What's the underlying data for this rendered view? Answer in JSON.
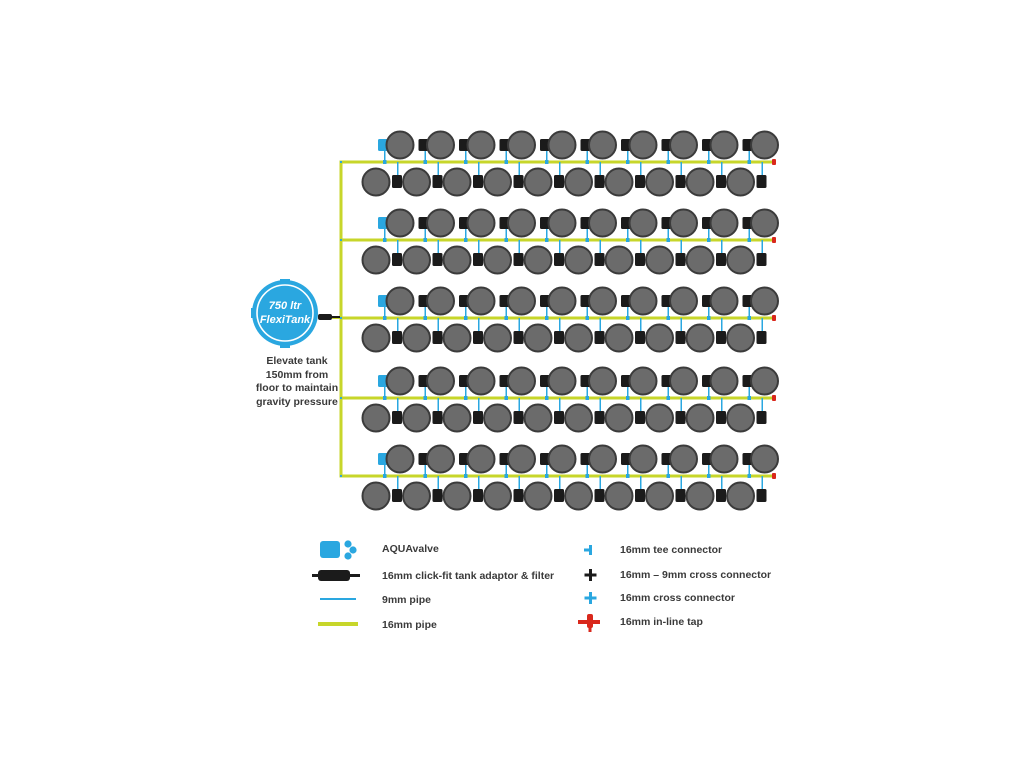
{
  "tank": {
    "capacity_label": "750 ltr",
    "name_label": "FlexiTank",
    "color": "#2aa7e0"
  },
  "tank_note": {
    "lines": [
      "Elevate tank",
      "150mm from",
      "floor to maintain",
      "gravity pressure"
    ]
  },
  "layout_counts": {
    "rows": 5,
    "pots_top_per_row": 10,
    "pots_bottom_per_row": 10
  },
  "colors": {
    "pipe_16mm": "#c7d62a",
    "pipe_9mm": "#2aa7e0",
    "pot": "#6b6b6b",
    "pot_rim": "#3b3b3b",
    "valve_box": "#1b1b1b",
    "in_line_tap": "#d9281c"
  },
  "legend": {
    "left": [
      {
        "label": "AQUAvalve",
        "icon": "aquavalve-icon"
      },
      {
        "label": "16mm click-fit tank adaptor & filter",
        "icon": "tank-adaptor-filter-icon"
      },
      {
        "label": "9mm pipe",
        "icon": "pipe-9mm-icon"
      },
      {
        "label": "16mm pipe",
        "icon": "pipe-16mm-icon"
      }
    ],
    "right": [
      {
        "label": "16mm tee connector",
        "icon": "tee-connector-icon"
      },
      {
        "label": "16mm – 9mm cross connector",
        "icon": "cross-connector-16-9-icon"
      },
      {
        "label": "16mm cross connector",
        "icon": "cross-connector-16-icon"
      },
      {
        "label": "16mm in-line tap",
        "icon": "in-line-tap-icon"
      }
    ]
  }
}
